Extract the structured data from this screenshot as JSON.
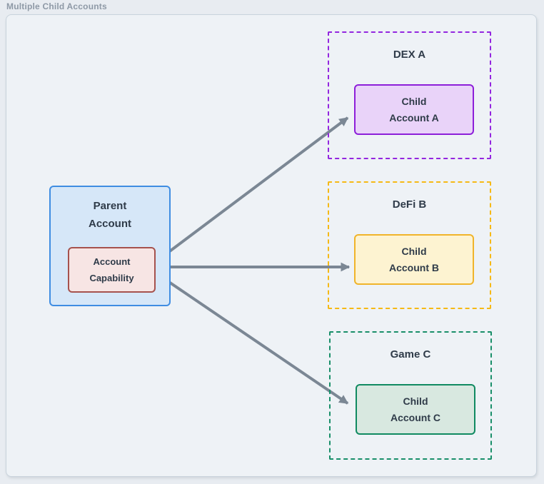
{
  "page": {
    "title": "Multiple Child Accounts"
  },
  "diagram": {
    "parent": {
      "label": "Parent\nAccount",
      "capability_label": "Account\nCapability"
    },
    "groups": [
      {
        "id": "dex-a",
        "title": "DEX A",
        "child_label": "Child\nAccount A"
      },
      {
        "id": "defi-b",
        "title": "DeFi B",
        "child_label": "Child\nAccount B"
      },
      {
        "id": "game-c",
        "title": "Game C",
        "child_label": "Child\nAccount C"
      }
    ],
    "arrows": [
      {
        "from": "account-capability",
        "to": "child-account-a"
      },
      {
        "from": "account-capability",
        "to": "child-account-b"
      },
      {
        "from": "account-capability",
        "to": "child-account-c"
      }
    ],
    "colors": {
      "panel_background": "#eef2f6",
      "panel_border": "#c9d3dc",
      "parent_fill": "#d6e7f8",
      "parent_border": "#3f8de2",
      "capability_fill": "#f7e5e4",
      "capability_border": "#a6524d",
      "dex_a_dashed": "#9326df",
      "child_a_fill": "#e9d3f9",
      "child_a_border": "#8d1fd9",
      "defi_b_dashed": "#f6b915",
      "child_b_fill": "#fdf3d1",
      "child_b_border": "#f0b42a",
      "game_c_dashed": "#198f69",
      "child_c_fill": "#d8e8e0",
      "child_c_border": "#108a61",
      "arrow": "#7b8794",
      "text": "#2f3b49",
      "title_text": "#8e99a6"
    }
  }
}
